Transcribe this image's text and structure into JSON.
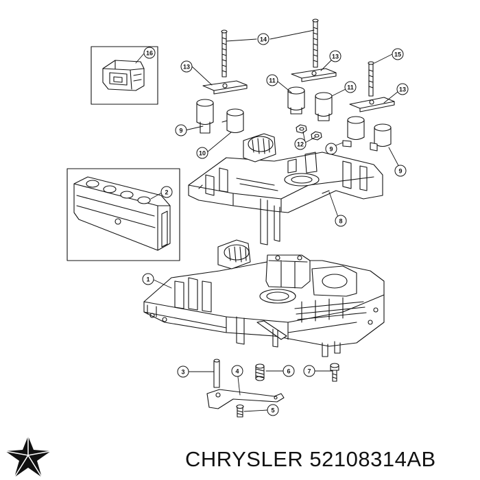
{
  "callouts": [
    "1",
    "2",
    "3",
    "4",
    "5",
    "6",
    "7",
    "8",
    "9",
    "9",
    "9",
    "10",
    "11",
    "11",
    "12",
    "13",
    "13",
    "13",
    "14",
    "15",
    "16"
  ],
  "footer": {
    "brand": "CHRYSLER",
    "part_number": "52108314AB"
  },
  "logo": {
    "icon": "chrysler-pentastar-icon",
    "color": "#111111"
  }
}
